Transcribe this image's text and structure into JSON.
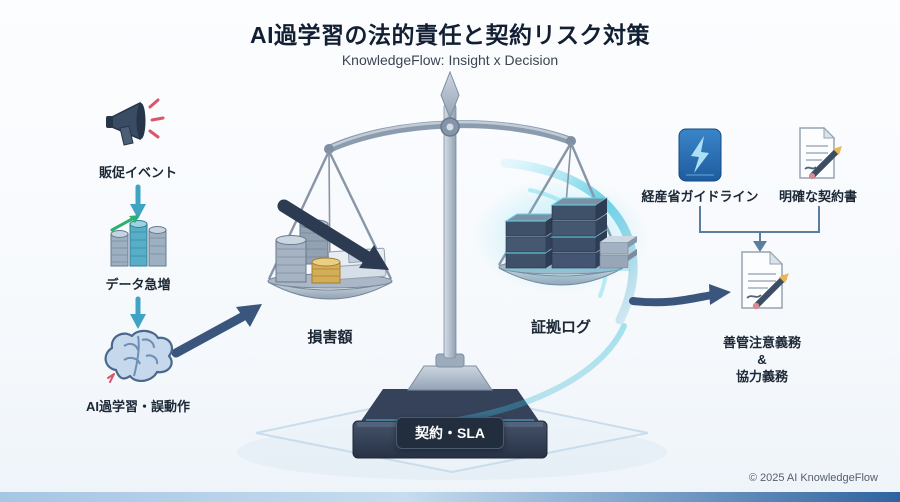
{
  "header": {
    "title": "AI過学習の法的責任と契約リスク対策",
    "subtitle": "KnowledgeFlow: Insight x Decision"
  },
  "left_flow": {
    "steps": [
      {
        "label": "販促イベント",
        "icon": "megaphone-icon"
      },
      {
        "label": "データ急増",
        "icon": "coin-stacks-icon"
      },
      {
        "label": "AI過学習・誤動作",
        "icon": "brain-icon"
      }
    ]
  },
  "scale": {
    "left_pan": {
      "label": "損害額",
      "contents": "coins-banknotes-with-down-arrow"
    },
    "right_pan": {
      "label": "証拠ログ",
      "contents": "stacked-log-boxes-glowing"
    },
    "base_badge": "契約・SLA"
  },
  "countermeasures": {
    "guideline": {
      "label": "経産省ガイドライン",
      "icon": "blue-guideline-book-icon"
    },
    "contract": {
      "label": "明確な契約書",
      "icon": "document-pencil-icon"
    },
    "duty": {
      "label_lines": [
        "善管注意義務",
        "&",
        "協力義務"
      ],
      "icon": "document-pencil-icon"
    }
  },
  "footer": {
    "copyright": "© 2025 AI KnowledgeFlow"
  },
  "colors": {
    "accent_teal": "#3fc3de",
    "arrow_navy": "#3a567c",
    "damage_arrow": "#2c3b52",
    "badge_bg": "#222d3e",
    "guideline_blue": "#2e6fb0",
    "spark_red": "#d9566b",
    "bottom_bar_left": "#a6c6e4",
    "bottom_bar_right": "#2f649f"
  }
}
